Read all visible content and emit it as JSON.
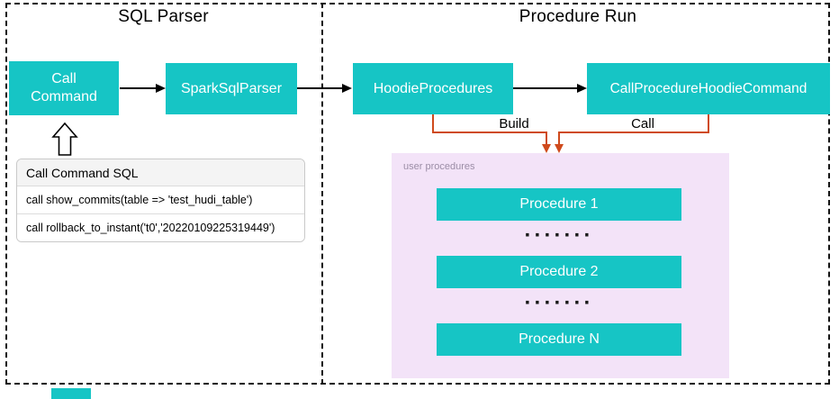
{
  "sections": {
    "sql_parser": {
      "title": "SQL Parser"
    },
    "procedure_run": {
      "title": "Procedure Run"
    }
  },
  "nodes": {
    "call_command": "Call Command",
    "spark_sql_parser": "SparkSqlParser",
    "hoodie_procedures": "HoodieProcedures",
    "call_procedure_hoodie_command": "CallProcedureHoodieCommand"
  },
  "sql_box": {
    "title": "Call Command SQL",
    "lines": [
      "call show_commits(table => 'test_hudi_table')",
      "call rollback_to_instant('t0','20220109225319449')"
    ]
  },
  "edge_labels": {
    "build": "Build",
    "call": "Call"
  },
  "user_procedures": {
    "label": "user procedures",
    "procedures": [
      "Procedure 1",
      "Procedure 2",
      "Procedure N"
    ],
    "dots": "·······"
  },
  "colors": {
    "node_fill": "#16c5c5",
    "node_text": "#ffffff",
    "container_fill": "#f3e3f8",
    "connector_orange": "#cf4a1c",
    "connector_black": "#000000"
  }
}
